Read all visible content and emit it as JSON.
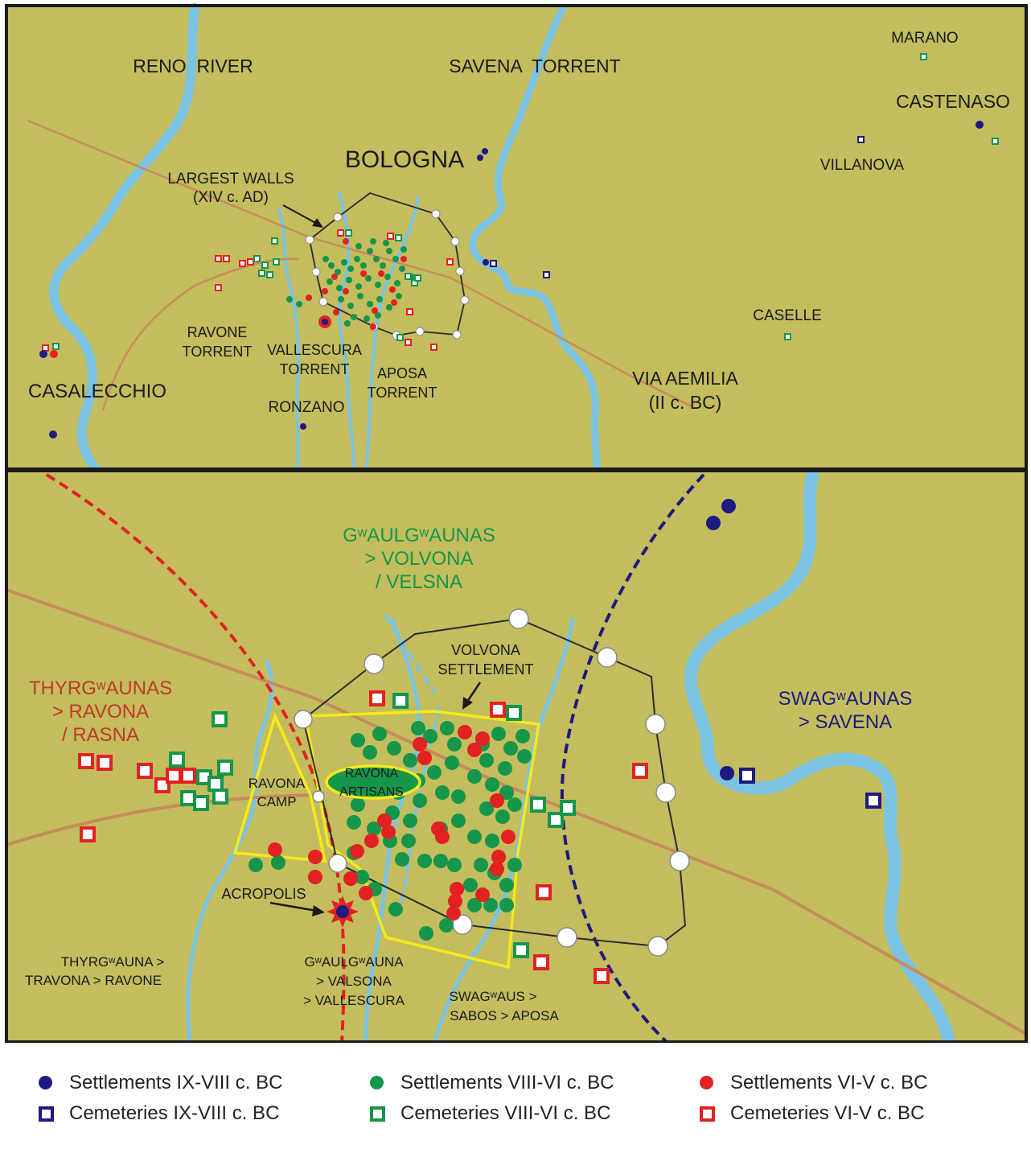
{
  "colors": {
    "land": "#c3bd5e",
    "river": "#7bc3e3",
    "road": "#c68c5c",
    "wall": "#2b2b2b",
    "early": "#1e1a80",
    "middle": "#16964a",
    "late": "#e22222",
    "zone": "#f5ea18",
    "boundary_red": "#e22222",
    "boundary_blue": "#1e1a80",
    "label_dark": "#1a1a1a",
    "label_green": "#16964a",
    "label_red": "#c0392b",
    "label_navy": "#1e1a80"
  },
  "top_map": {
    "reno": "RENO  RIVER",
    "savena": "SAVENA  TORRENT",
    "marano": "MARANO",
    "castenaso": "CASTENASO",
    "bologna": "BOLOGNA",
    "villanova": "VILLANOVA",
    "walls_1": "LARGEST WALLS",
    "walls_2": "(XIV c. AD)",
    "ravone_1": "RAVONE",
    "ravone_2": "TORRENT",
    "vallescura_1": "VALLESCURA",
    "vallescura_2": "TORRENT",
    "aposa_1": "APOSA",
    "aposa_2": "TORRENT",
    "caselle": "CASELLE",
    "via_1": "VIA AEMILIA",
    "via_2": "(II c. BC)",
    "casalecchio": "CASALECCHIO",
    "ronzano": "RONZANO"
  },
  "bottom_map": {
    "gw_1": "GʷAULGʷAUNAS",
    "gw_2": "> VOLVONA",
    "gw_3": "/ VELSNA",
    "volvona_1": "VOLVONA",
    "volvona_2": "SETTLEMENT",
    "thyr_1": "THYRGʷAUNAS",
    "thyr_2": "> RAVONA",
    "thyr_3": "/ RASNA",
    "swag_1": "SWAGʷAUNAS",
    "swag_2": "> SAVENA",
    "ravona_camp_1": "RAVONA",
    "ravona_camp_2": "CAMP",
    "artisans_1": "RAVONA",
    "artisans_2": "ARTISANS",
    "acropolis": "ACROPOLIS",
    "thyr_small_1": "THYRGʷAUNA >",
    "thyr_small_2": "TRAVONA > RAVONE",
    "gwaulg_small_1": "GʷAULGʷAUNA",
    "gwaulg_small_2": "> VALSONA",
    "gwaulg_small_3": "> VALLESCURA",
    "swag_small_1": "SWAGʷAUS >",
    "swag_small_2": "SABOS > APOSA"
  },
  "legend": [
    {
      "label": "Settlements IX-VIII c. BC",
      "shape": "dot",
      "color": "#1e1a80"
    },
    {
      "label": "Settlements VIII-VI c. BC",
      "shape": "dot",
      "color": "#16964a"
    },
    {
      "label": "Settlements VI-V c. BC",
      "shape": "dot",
      "color": "#e22222"
    },
    {
      "label": "Cemeteries IX-VIII c. BC",
      "shape": "square",
      "color": "#1e1a80"
    },
    {
      "label": "Cemeteries VIII-VI c. BC",
      "shape": "square",
      "color": "#16964a"
    },
    {
      "label": "Cemeteries VI-V c. BC",
      "shape": "square",
      "color": "#e22222"
    }
  ]
}
